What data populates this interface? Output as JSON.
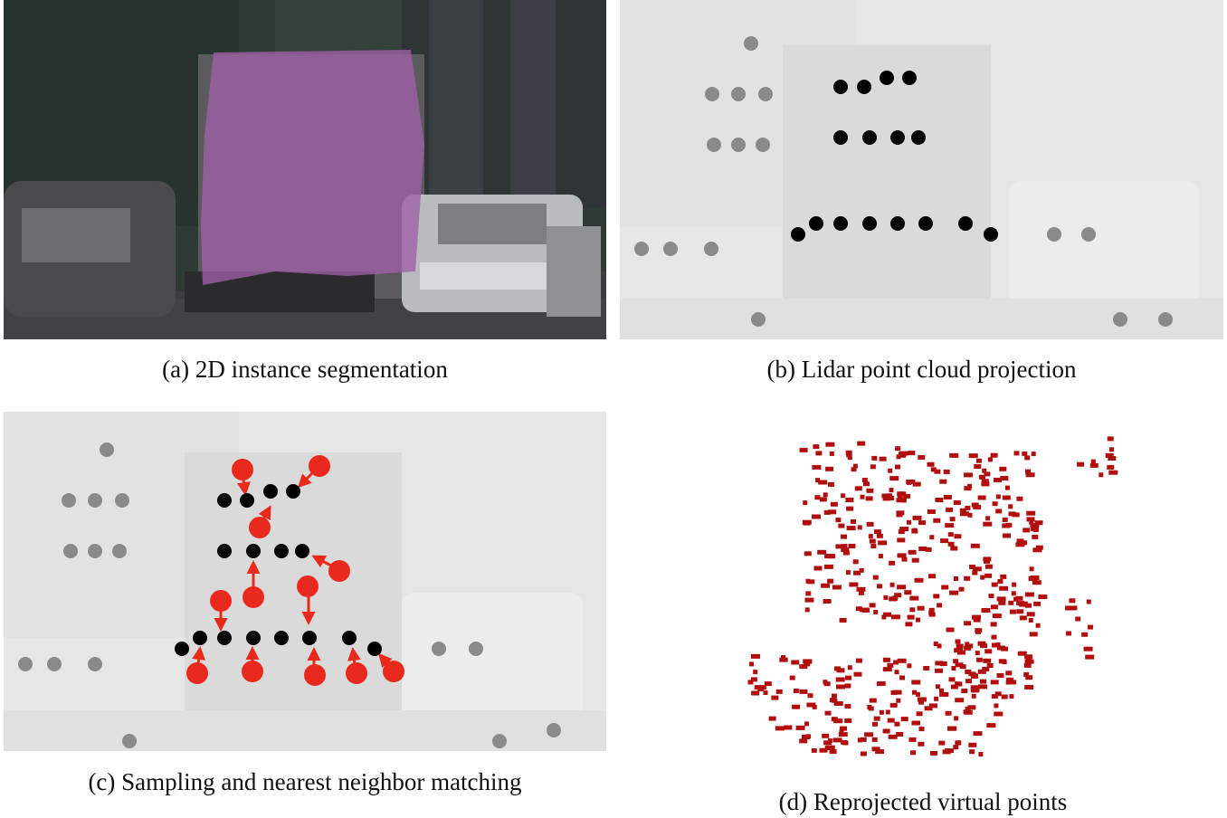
{
  "captions": {
    "a": "(a) 2D instance segmentation",
    "b": "(b) Lidar point cloud projection",
    "c": "(c) Sampling and nearest neighbor matching",
    "d": "(d) Reprojected virtual points"
  },
  "colors": {
    "lidar_point": "#000000",
    "background_point": "#8a8a8a",
    "sampled_point": "#e8291c",
    "virtual_point": "#b10e0e",
    "mask": "#a060a8"
  }
}
